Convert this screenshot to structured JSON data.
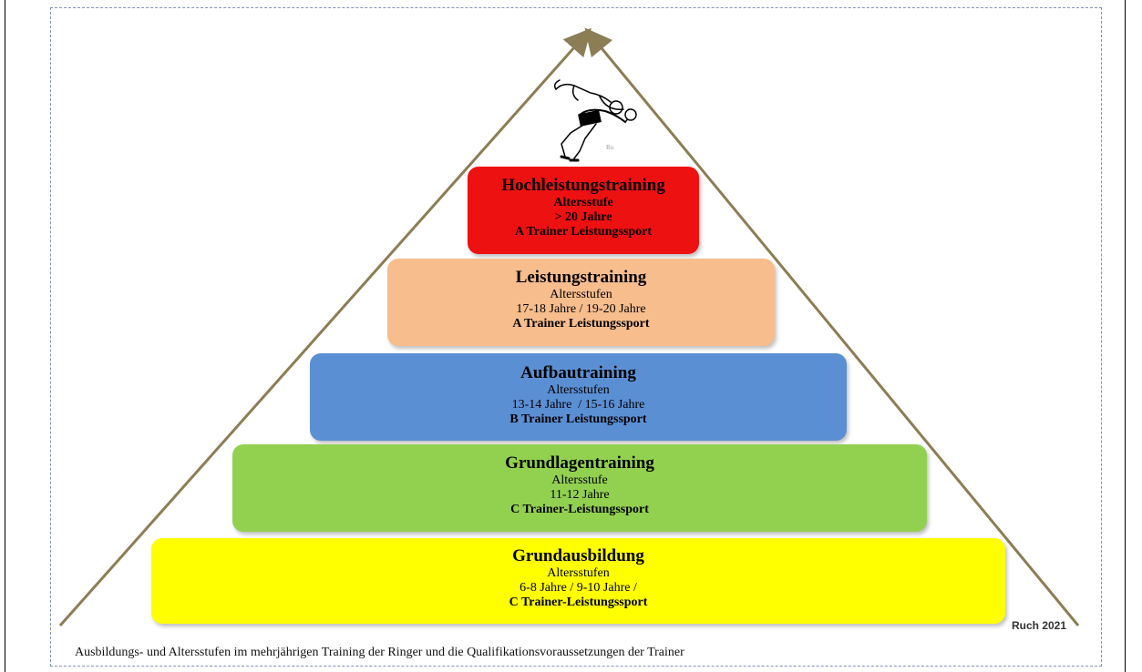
{
  "levels": [
    {
      "title": "Hochleistungstraining",
      "age_label": "Altersstufe",
      "ages": "> 20 Jahre",
      "trainer": "A Trainer Leistungssport",
      "color": "#ee1111"
    },
    {
      "title": "Leistungstraining",
      "age_label": "Altersstufen",
      "ages": "17-18 Jahre / 19-20 Jahre",
      "trainer": "A Trainer Leistungssport",
      "color": "#f7bd8c"
    },
    {
      "title": "Aufbautraining",
      "age_label": "Altersstufen",
      "ages": "13-14 Jahre  / 15-16 Jahre",
      "trainer": "B Trainer Leistungssport",
      "color": "#5b8fd4"
    },
    {
      "title": "Grundlagentraining",
      "age_label": "Altersstufe",
      "ages": "11-12 Jahre",
      "trainer": "C Trainer-Leistungssport",
      "color": "#92d050"
    },
    {
      "title": "Grundausbildung",
      "age_label": "Altersstufen",
      "ages": "6-8 Jahre / 9-10 Jahre /",
      "trainer": "C Trainer-Leistungssport",
      "color": "#ffff00"
    }
  ],
  "credit": "Ruch 2021",
  "caption": "Ausbildungs- und Altersstufen im mehrjährigen Training der Ringer und die Qualifikationsvoraussetzungen der Trainer",
  "illustration_initials": "Ru",
  "illustration": "wrestler-throw-icon",
  "arrow_color": "#8b7d55"
}
